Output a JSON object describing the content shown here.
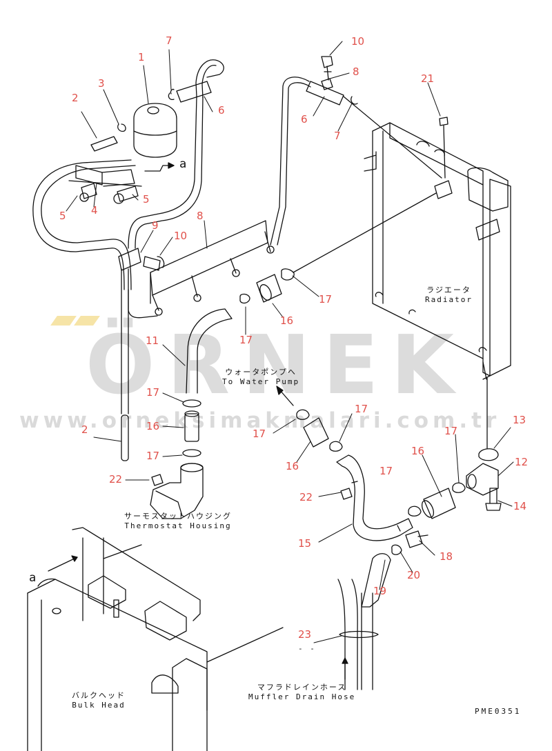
{
  "callouts": [
    "1",
    "2",
    "3",
    "5",
    "4",
    "5",
    "6",
    "7",
    "8",
    "9",
    "10",
    "11",
    "10",
    "8",
    "6",
    "7",
    "21",
    "17",
    "16",
    "17",
    "17",
    "16",
    "17",
    "2",
    "22",
    "17",
    "16",
    "17",
    "16",
    "13",
    "17",
    "12",
    "22",
    "14",
    "15",
    "18",
    "20",
    "19",
    "23"
  ],
  "texts": {
    "radiator_jp": "ラジエータ",
    "radiator_en": "Radiator",
    "to_pump_jp": "ウォータポンプへ",
    "to_pump_en": "To Water Pump",
    "thermo_jp": "サーモスタットハウジング",
    "thermo_en": "Thermostat Housing",
    "bulk_jp": "バルクヘッド",
    "bulk_en": "Bulk Head",
    "muffler_jp": "マフラドレインホース",
    "muffler_en": "Muffler Drain Hose",
    "ref_a_top": "a",
    "ref_a_bottom": "a",
    "dash": "- -",
    "drawing_code": "PME0351"
  },
  "watermark": {
    "brand": "ÖRNEK",
    "url": "www.orneksimakmalari.com.tr"
  },
  "colors": {
    "line": "#111111",
    "callout": "#e0504a",
    "watermark": "#969696",
    "watermark_dots": "#ebc33c"
  }
}
